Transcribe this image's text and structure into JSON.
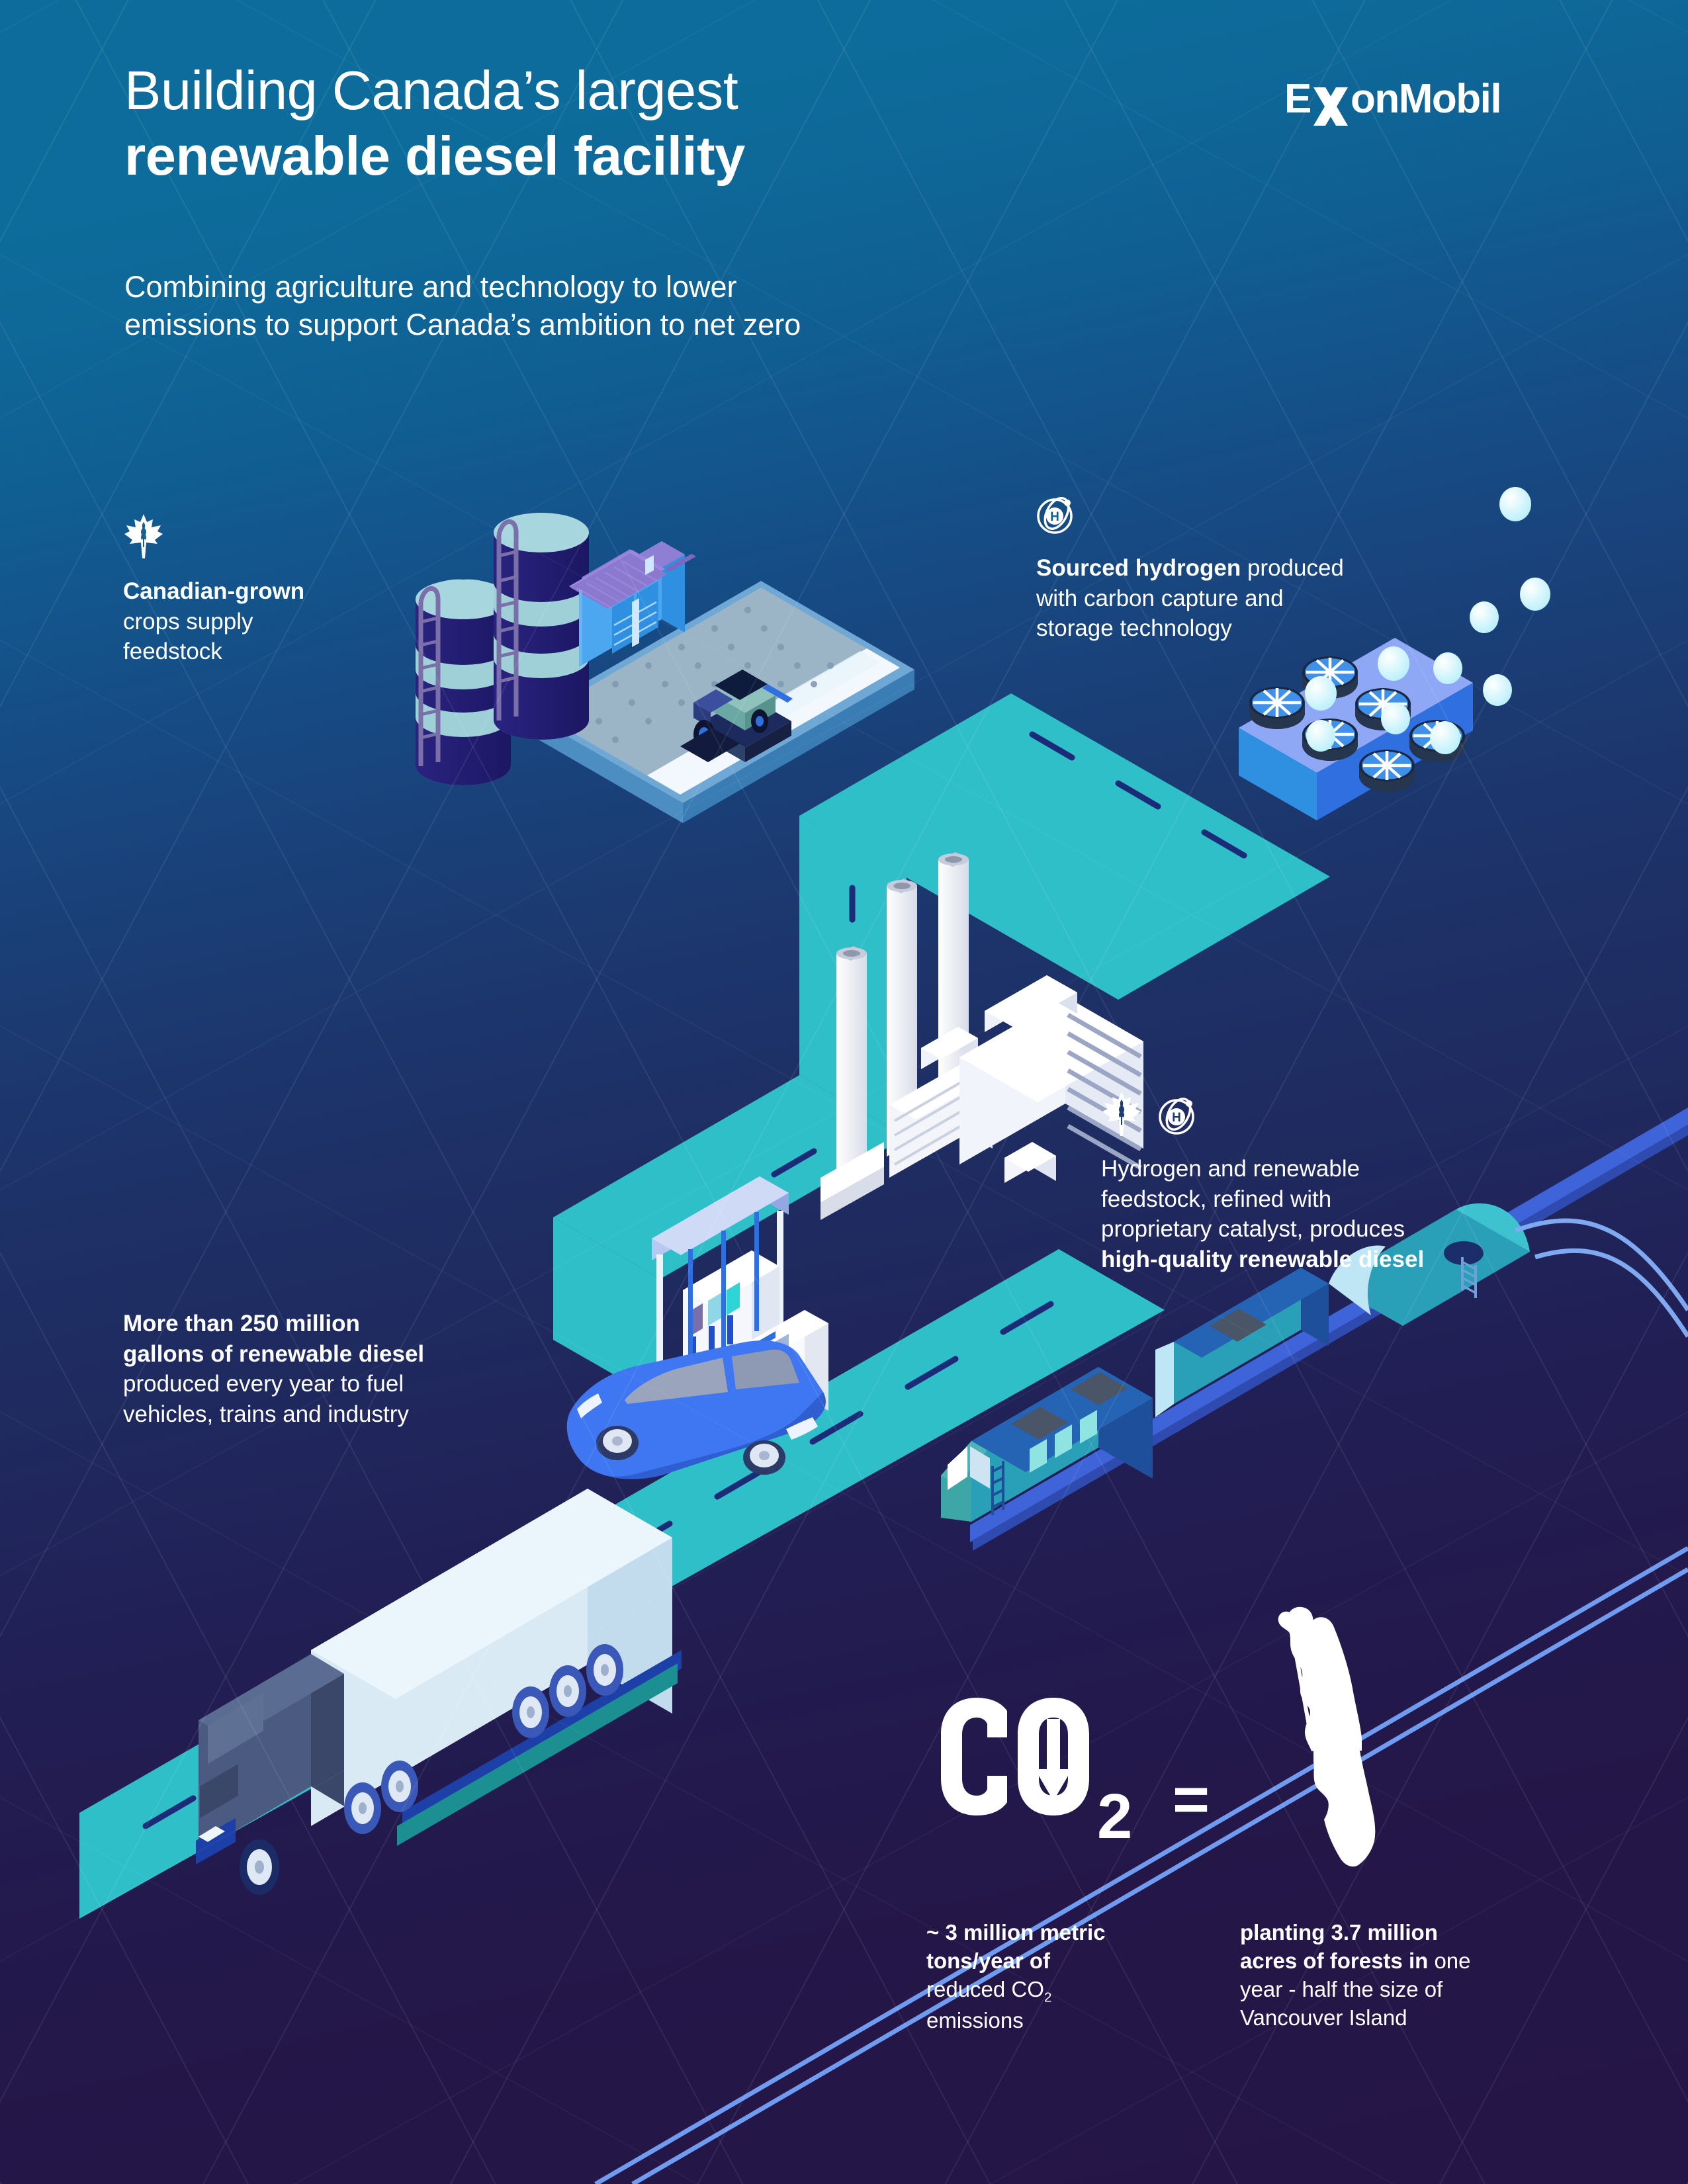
{
  "brand": {
    "logo": "ExxonMobil",
    "colors": {
      "bg_top": "#0d6c9b",
      "bg_bottom": "#241546",
      "road": "#2fbfc9",
      "accent_blue": "#2f6fe0",
      "white": "#ffffff"
    }
  },
  "header": {
    "title_line1": "Building Canada’s largest",
    "title_line2": "renewable diesel facility",
    "subtitle_line1": "Combining agriculture and technology to lower",
    "subtitle_line2": "emissions to support Canada’s ambition to net zero"
  },
  "callouts": {
    "crops": {
      "icon": "maple-leaf-wheat-icon",
      "bold": "Canadian-grown",
      "rest_line1": "crops supply",
      "rest_line2": "feedstock"
    },
    "hydrogen": {
      "icon": "hydrogen-atom-icon",
      "bold": "Sourced hydrogen",
      "rest_line1": " produced",
      "rest_line2": "with carbon capture and",
      "rest_line3": "storage technology"
    },
    "refining": {
      "icons": [
        "maple-leaf-wheat-icon",
        "hydrogen-atom-icon"
      ],
      "line1": "Hydrogen and renewable",
      "line2": "feedstock, refined with",
      "line3": "proprietary catalyst, produces",
      "bold_line4": "high-quality renewable diesel"
    },
    "gallons": {
      "bold_line1": "More than 250 million",
      "bold_line2": "gallons of renewable diesel",
      "rest_line1": "produced every year to fuel",
      "rest_line2": "vehicles, trains and industry"
    }
  },
  "co2_equivalence": {
    "formula_label": "CO",
    "formula_subscript": "2",
    "formula_icon": "down-arrow-icon",
    "equals": "=",
    "island_icon": "vancouver-island-outline-icon",
    "left": {
      "bold_line1": "~ 3 million metric",
      "bold_line2": "tons/year of",
      "rest_line1": "reduced CO",
      "rest_sub": "2",
      "rest_line2": "emissions"
    },
    "right": {
      "bold_line1": "planting 3.7 million",
      "bold_line2": "acres of forests in",
      "rest_line1": " one",
      "rest_line2": "year - half the size of",
      "rest_line3": "Vancouver Island"
    }
  },
  "illustration": {
    "elements": [
      "grain-silos",
      "farm-barn",
      "combine-harvester-field",
      "carbon-capture-fans-platform",
      "co2-bubbles",
      "refinery-smokestacks",
      "refinery-building",
      "fuel-station",
      "blue-car",
      "freight-train",
      "tanker-rail-car",
      "semi-truck",
      "road-network"
    ]
  }
}
